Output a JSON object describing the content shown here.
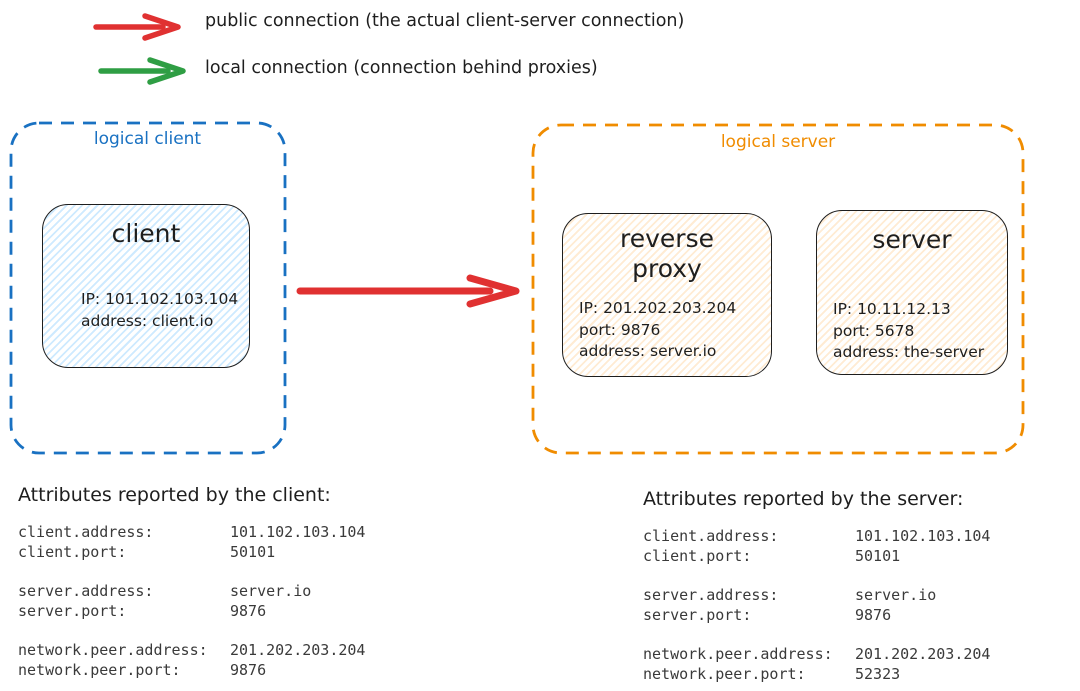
{
  "legend": {
    "items": [
      {
        "icon": "public-connection-arrow",
        "color": "#e03131",
        "label": "public connection (the actual client-server connection)"
      },
      {
        "icon": "local-connection-arrow",
        "color": "#2f9e44",
        "label": "local connection (connection behind proxies)"
      }
    ]
  },
  "logical_client": {
    "label": "logical client",
    "nodes": [
      {
        "title": "client",
        "lines": [
          "IP: 101.102.103.104",
          "address: client.io"
        ]
      }
    ]
  },
  "logical_server": {
    "label": "logical server",
    "nodes": [
      {
        "title": "reverse proxy",
        "lines": [
          "IP: 201.202.203.204",
          "port: 9876",
          "address: server.io"
        ]
      },
      {
        "title": "server",
        "lines": [
          "IP: 10.11.12.13",
          "port: 5678",
          "address: the-server"
        ]
      }
    ]
  },
  "connection": {
    "type": "public",
    "color": "#e03131"
  },
  "client_attributes": {
    "title": "Attributes reported by the client:",
    "groups": [
      [
        {
          "key": "client.address:",
          "value": "101.102.103.104"
        },
        {
          "key": "client.port:",
          "value": "50101"
        }
      ],
      [
        {
          "key": "server.address:",
          "value": "server.io"
        },
        {
          "key": "server.port:",
          "value": "9876"
        }
      ],
      [
        {
          "key": "network.peer.address:",
          "value": "201.202.203.204"
        },
        {
          "key": "network.peer.port:",
          "value": "9876"
        }
      ]
    ]
  },
  "server_attributes": {
    "title": "Attributes reported by the server:",
    "groups": [
      [
        {
          "key": "client.address:",
          "value": "101.102.103.104"
        },
        {
          "key": "client.port:",
          "value": "50101"
        }
      ],
      [
        {
          "key": "server.address:",
          "value": "server.io"
        },
        {
          "key": "server.port:",
          "value": "9876"
        }
      ],
      [
        {
          "key": "network.peer.address:",
          "value": "201.202.203.204"
        },
        {
          "key": "network.peer.port:",
          "value": "52323"
        }
      ]
    ]
  },
  "colors": {
    "red": "#e03131",
    "green": "#2f9e44",
    "blue": "#1971c2",
    "orange": "#f08c00",
    "ink": "#1e1e1e",
    "client_fill": "#e7f3fc",
    "server_fill": "#fdf1e2"
  }
}
